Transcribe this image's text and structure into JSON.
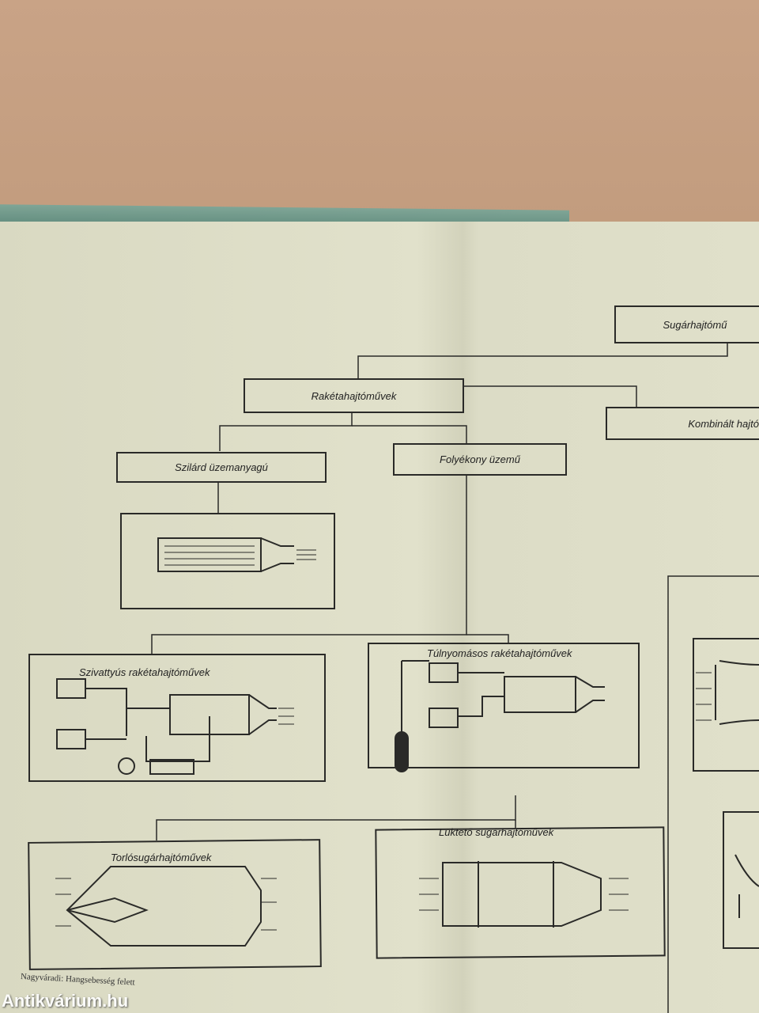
{
  "diagram": {
    "root": "Sugárhajtómű",
    "rocket": "Rakétahajtóművek",
    "combined": "Kombinált hajtómű",
    "solid": "Szilárd üzemanyagú",
    "liquid": "Folyékony üzemű",
    "pump": "Szivattyús rakétahajtóművek",
    "pressure": "Túlnyomásos rakétahajtóművek",
    "ramjet": "Torlósugárhajtóművek",
    "pulse": "Lüktető sugárhajtóművek"
  },
  "caption": "Nagyváradi: Hangsebesség felett",
  "watermark": "Antikvárium.hu"
}
